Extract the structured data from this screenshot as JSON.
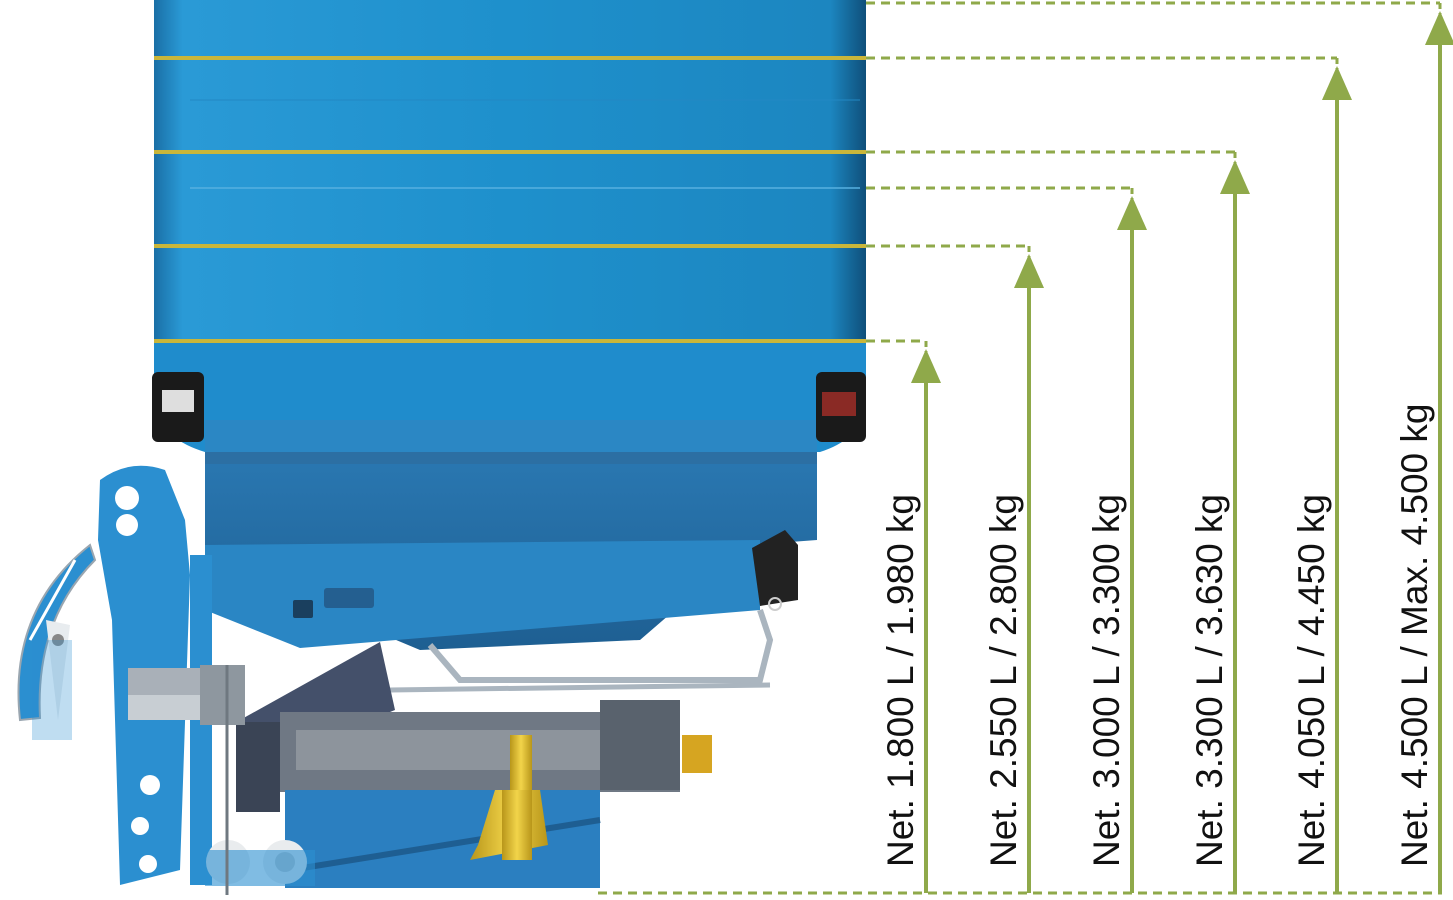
{
  "colors": {
    "hopper_blue": "#1e8fc8",
    "frame_blue": "#2b8fd0",
    "level_line": "#c9b63a",
    "indicator_green": "#8fa94a",
    "label_text": "#111111",
    "shaft_yellow": "#e6c62a"
  },
  "capacities": [
    {
      "label": "Net. 1.800 L / 1.980 kg"
    },
    {
      "label": "Net. 2.550 L / 2.800 kg"
    },
    {
      "label": "Net. 3.000 L / 3.300 kg"
    },
    {
      "label": "Net. 3.300 L / 3.630 kg"
    },
    {
      "label": "Net. 4.050 L / 4.450 kg"
    },
    {
      "label": "Net. 4.500 L / Max. 4.500 kg"
    }
  ]
}
